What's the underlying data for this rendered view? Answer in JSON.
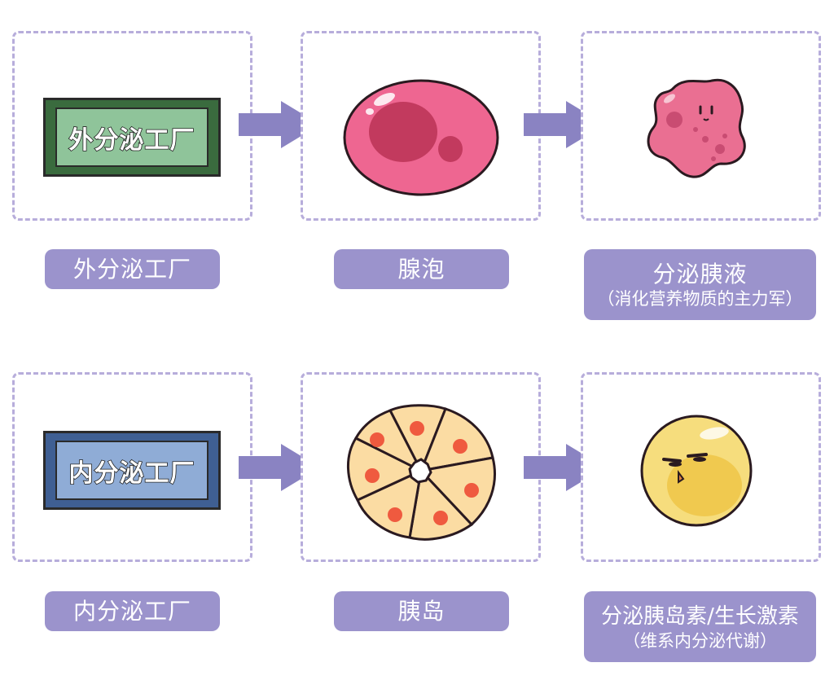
{
  "colors": {
    "dashed_border": "#b7addb",
    "label_bg": "#9b93cc",
    "arrow": "#8a83c2",
    "exo_factory_outer": "#3a6b3e",
    "exo_factory_inner": "#8fc49a",
    "endo_factory_outer": "#3f5f93",
    "endo_factory_inner": "#8facd6",
    "acinus": "#ee6691",
    "pancreatic_juice": "#ea6f92",
    "islet_cell": "#fbdca3",
    "islet_nucleus": "#ef5a3f",
    "hormone": "#f6dd7d"
  },
  "rows": [
    {
      "factory_text": "外分泌工厂",
      "factory_icon": "factory-sign-icon",
      "structure_icon": "acinus-icon",
      "product_icon": "pancreatic-juice-icon",
      "labels": {
        "factory": "外分泌工厂",
        "structure": "腺泡",
        "product": "分泌胰液",
        "product_sub": "（消化营养物质的主力军）"
      }
    },
    {
      "factory_text": "内分泌工厂",
      "factory_icon": "factory-sign-icon",
      "structure_icon": "islet-icon",
      "product_icon": "hormone-icon",
      "labels": {
        "factory": "内分泌工厂",
        "structure": "胰岛",
        "product": "分泌胰岛素/生长激素",
        "product_sub": "（维系内分泌代谢）"
      }
    }
  ]
}
